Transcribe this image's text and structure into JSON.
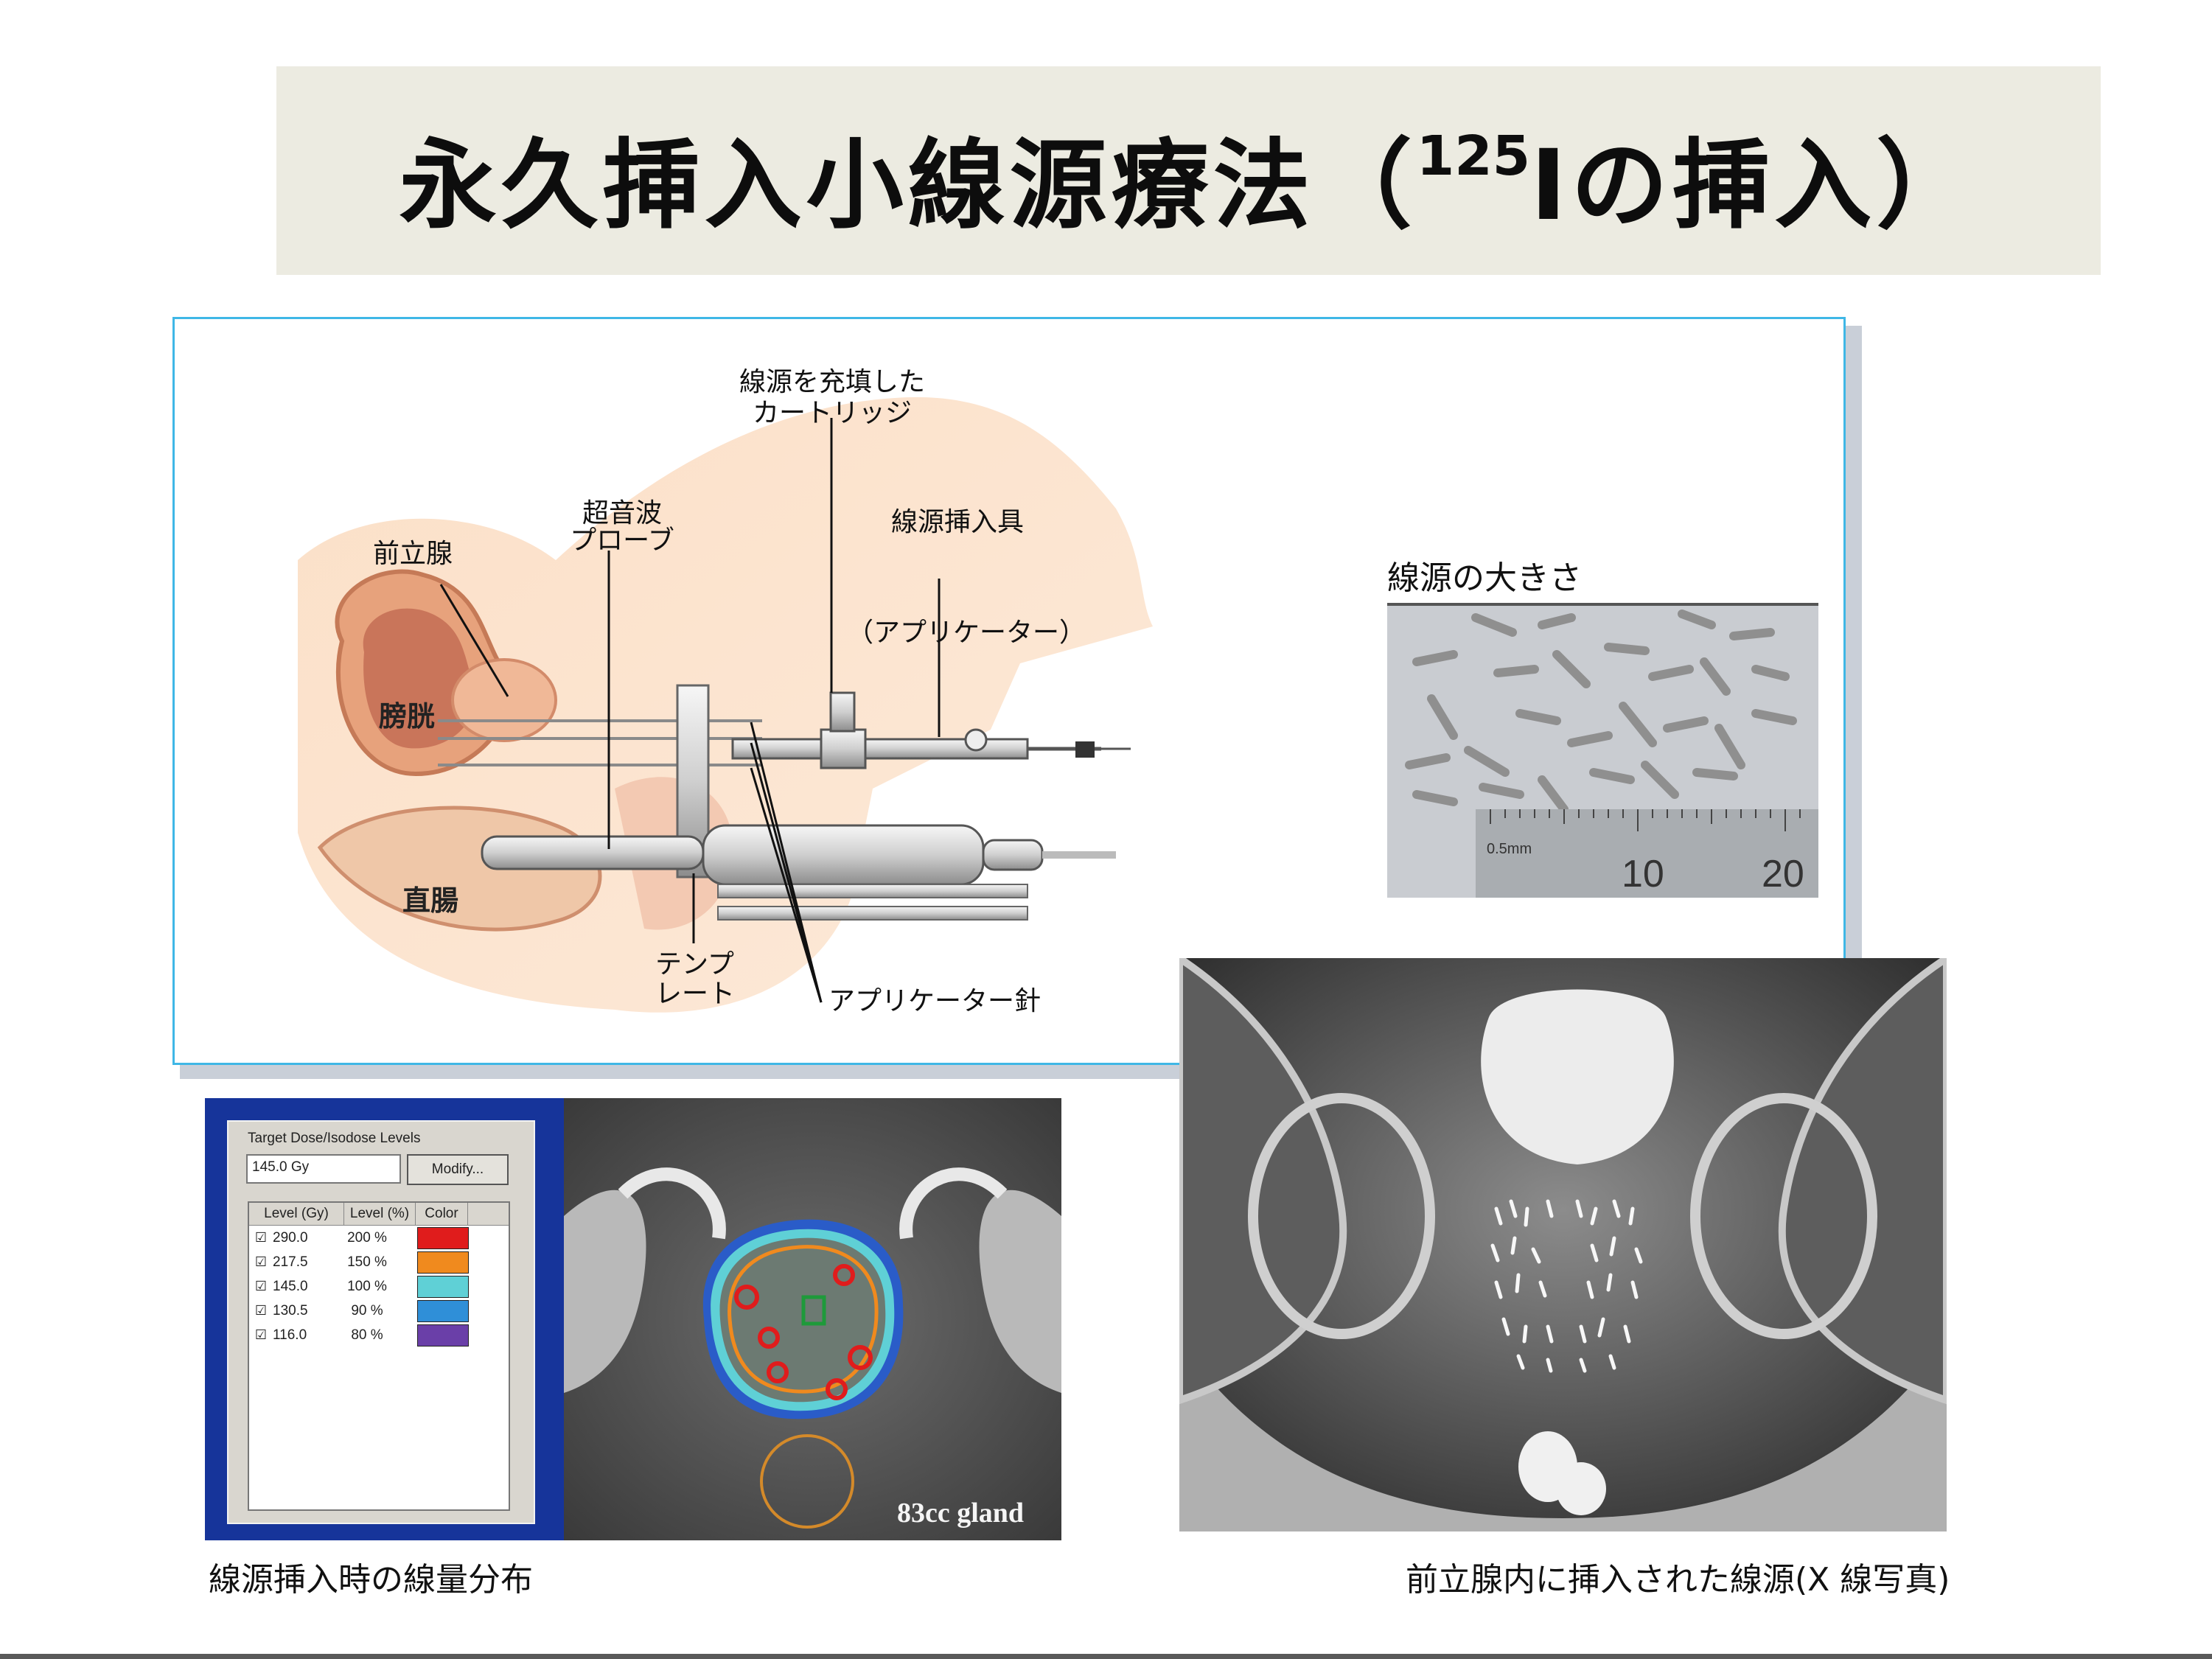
{
  "slide": {
    "title_main": "永久挿入小線源療法（",
    "title_super": "125",
    "title_tail": "Iの挿入）"
  },
  "diagram": {
    "labels": {
      "cartridge_line1": "線源を充填した",
      "cartridge_line2": "カートリッジ",
      "probe_line1": "超音波",
      "probe_line2": "プローブ",
      "prostate": "前立腺",
      "inserter": "線源挿入具",
      "applicator": "（アプリケーター）",
      "bladder": "膀胱",
      "rectum": "直腸",
      "template_line1": "テンプ",
      "template_line2": "レート",
      "needle": "アプリケーター針"
    }
  },
  "seed_photo": {
    "title": "線源の大きさ",
    "ruler_label": "0.5mm",
    "ruler_10": "10",
    "ruler_20": "20"
  },
  "dose_panel": {
    "group_label": "Target Dose/Isodose Levels",
    "target_dose": "145.0 Gy",
    "modify_button": "Modify...",
    "col_level_gy": "Level (Gy)",
    "col_level_pct": "Level (%)",
    "col_color": "Color",
    "rows": [
      {
        "gy": "290.0",
        "pct": "200 %",
        "color": "#e01c1c"
      },
      {
        "gy": "217.5",
        "pct": "150 %",
        "color": "#f08a1e"
      },
      {
        "gy": "145.0",
        "pct": "100 %",
        "color": "#5fd0d6"
      },
      {
        "gy": "130.5",
        "pct": "90 %",
        "color": "#2f8fd8"
      },
      {
        "gy": "116.0",
        "pct": "80 %",
        "color": "#6a3fa8"
      }
    ]
  },
  "ct_image": {
    "gland_label": "83cc gland"
  },
  "captions": {
    "dose": "線源挿入時の線量分布",
    "xray": "前立腺内に挿入された線源(X 線写真)"
  }
}
